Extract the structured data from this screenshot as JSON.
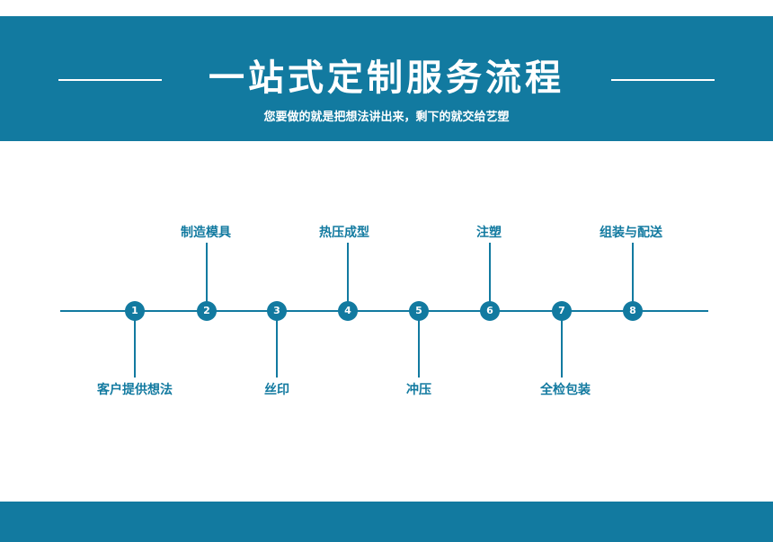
{
  "header": {
    "title": "一站式定制服务流程",
    "subtitle": "您要做的就是把想法讲出来，剩下的就交给艺塑"
  },
  "colors": {
    "accent": "#127aa0",
    "background": "#ffffff"
  },
  "steps": [
    {
      "number": "1",
      "label": "客户提供想法",
      "position": "below"
    },
    {
      "number": "2",
      "label": "制造模具",
      "position": "above"
    },
    {
      "number": "3",
      "label": "丝印",
      "position": "below"
    },
    {
      "number": "4",
      "label": "热压成型",
      "position": "above"
    },
    {
      "number": "5",
      "label": "冲压",
      "position": "below"
    },
    {
      "number": "6",
      "label": "注塑",
      "position": "above"
    },
    {
      "number": "7",
      "label": "全检包装",
      "position": "below"
    },
    {
      "number": "8",
      "label": "组装与配送",
      "position": "above"
    }
  ]
}
